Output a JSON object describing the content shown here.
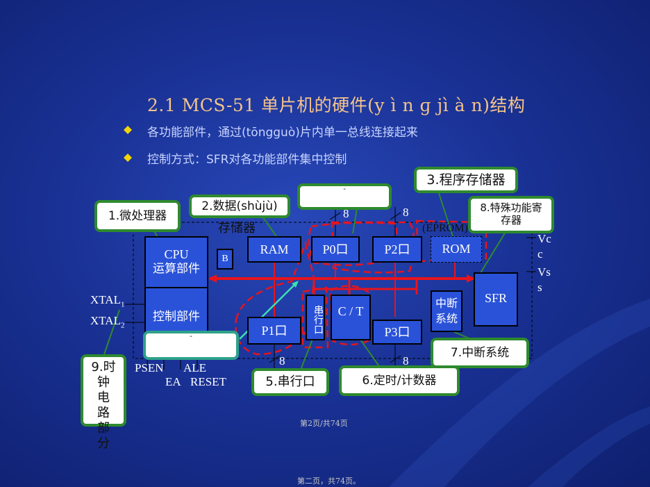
{
  "title": "2.1 MCS-51 单片机的硬件(y ì n ɡ jì à n)结构",
  "bullets": [
    "各功能部件，通过(tōngguò)片内单一总线连接起来",
    "控制方式：SFR对各功能部件集中控制"
  ],
  "blocks": {
    "cpu_top": "CPU",
    "cpu_alu": "运算部件",
    "cpu_ctrl": "控制部件",
    "b": "B",
    "ram": "RAM",
    "p0": "P0口",
    "p2": "P2口",
    "rom": "ROM",
    "eprom": "(EPROM)",
    "sfr": "SFR",
    "p1": "P1口",
    "serial": "串行口",
    "ct": "C / T",
    "p3": "P3口",
    "interrupt": "中断系统"
  },
  "pins": {
    "xtal1": "XTAL",
    "xtal1_sub": "1",
    "xtal2": "XTAL",
    "xtal2_sub": "2",
    "psen": "PSEN",
    "ale": "ALE",
    "ea": "EA",
    "reset": "RESET",
    "vcc1": "Vc",
    "vcc2": "c",
    "vss1": "Vs",
    "vss2": "s",
    "w8a": "8",
    "w8b": "8",
    "w8c": "8",
    "w8d": "8"
  },
  "callouts": {
    "c1": "1.微处理器",
    "c2a": "2.数据(shùjù)",
    "c2b": "存储器",
    "c3": "3.程序存储器",
    "c8a": "8.特殊功能寄",
    "c8b": "存器",
    "c7": "7.中断系统",
    "c5": "5.串行口",
    "c6": "6.定时/计数器",
    "c9": [
      "9.时",
      "钟",
      "电",
      "路",
      "部",
      "分"
    ],
    "c4_dash": "-",
    "cx_dash": "-"
  },
  "page_mid": "第2页/共74页",
  "page_bottom": "第二页，共74页。",
  "colors": {
    "bus": "#e8141c",
    "callout_border": "#2f8a2f",
    "block": "#2a52d8",
    "title": "#f5c48a"
  }
}
